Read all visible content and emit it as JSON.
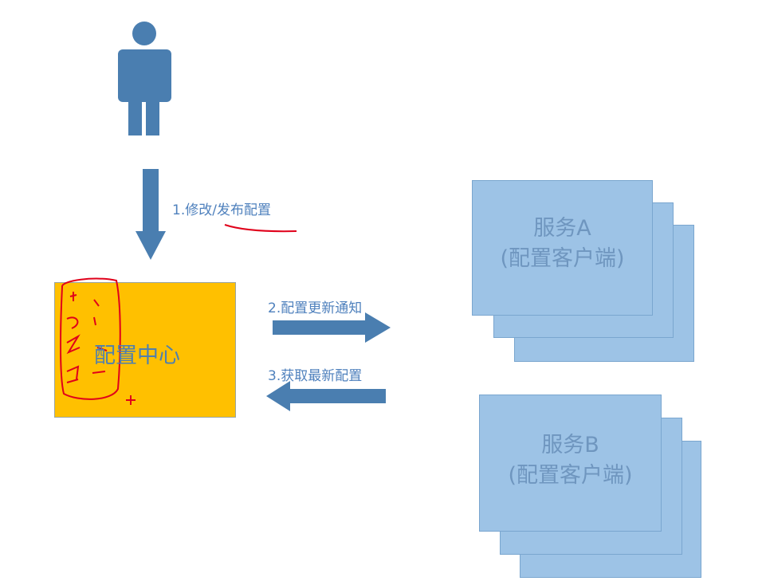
{
  "user_icon": "person-icon",
  "steps": {
    "step1": "1.修改/发布配置",
    "step2": "2.配置更新通知",
    "step3": "3.获取最新配置"
  },
  "config_center": {
    "label": "配置中心",
    "fill": "#ffc000"
  },
  "service_a": {
    "name": "服务A",
    "role": "(配置客户端)"
  },
  "service_b": {
    "name": "服务B",
    "role": "(配置客户端)"
  },
  "colors": {
    "arrow": "#4a7eb0",
    "card": "#9dc3e6",
    "annotation": "#e0001a"
  }
}
